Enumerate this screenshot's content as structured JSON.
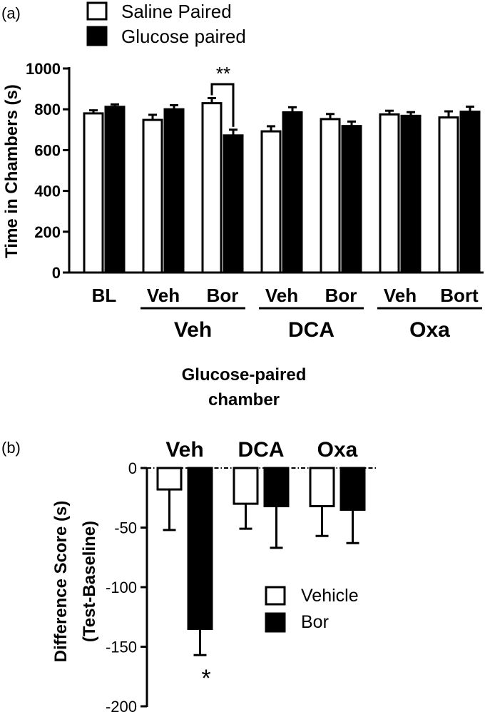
{
  "panel_a": {
    "panel_label": "(a)",
    "legend": [
      "Saline Paired",
      "Glucose paired"
    ],
    "ylabel": "Time in Chambers (s)",
    "yticks": [
      "0",
      "200",
      "400",
      "600",
      "800",
      "1000"
    ],
    "sig_label": "**",
    "xaxis_title_line1": "Glucose-paired",
    "xaxis_title_line2": "chamber"
  },
  "panel_b": {
    "panel_label": "(b)",
    "ylabel_line1": "Difference Score (s)",
    "ylabel_line2": "(Test-Baseline)",
    "yticks": [
      "0",
      "-50",
      "-100",
      "-150",
      "-200"
    ],
    "legend": [
      "Vehicle",
      "Bor"
    ],
    "sig_label": "*"
  },
  "chart_data": [
    {
      "type": "bar",
      "ylabel": "Time in Chambers (s)",
      "xlabel": "Glucose-paired chamber",
      "ylim": [
        0,
        1000
      ],
      "groups": [
        {
          "label": "BL",
          "sublabel": ""
        },
        {
          "label": "Veh",
          "sublabel": "Veh"
        },
        {
          "label": "Bor",
          "sublabel": "Veh"
        },
        {
          "label": "Veh",
          "sublabel": "DCA"
        },
        {
          "label": "Bor",
          "sublabel": "DCA"
        },
        {
          "label": "Veh",
          "sublabel": "Oxa"
        },
        {
          "label": "Bort",
          "sublabel": "Oxa"
        }
      ],
      "supergroups": [
        "Veh",
        "DCA",
        "Oxa"
      ],
      "series": [
        {
          "name": "Saline Paired",
          "values": [
            780,
            748,
            830,
            692,
            752,
            775,
            760
          ],
          "errors": [
            15,
            25,
            25,
            25,
            25,
            18,
            30
          ],
          "color": "#ffffff"
        },
        {
          "name": "Glucose paired",
          "values": [
            812,
            800,
            672,
            785,
            718,
            768,
            788
          ],
          "errors": [
            12,
            20,
            28,
            25,
            22,
            18,
            25
          ],
          "color": "#000000"
        }
      ]
    },
    {
      "type": "bar",
      "ylabel": "Difference Score (s) (Test-Baseline)",
      "ylim": [
        -200,
        0
      ],
      "categories": [
        "Veh",
        "DCA",
        "Oxa"
      ],
      "series": [
        {
          "name": "Vehicle",
          "values": [
            -18,
            -30,
            -32
          ],
          "errors": [
            34,
            21,
            25
          ],
          "color": "#ffffff"
        },
        {
          "name": "Bor",
          "values": [
            -135,
            -32,
            -35
          ],
          "errors": [
            22,
            35,
            28
          ],
          "color": "#000000"
        }
      ]
    }
  ]
}
